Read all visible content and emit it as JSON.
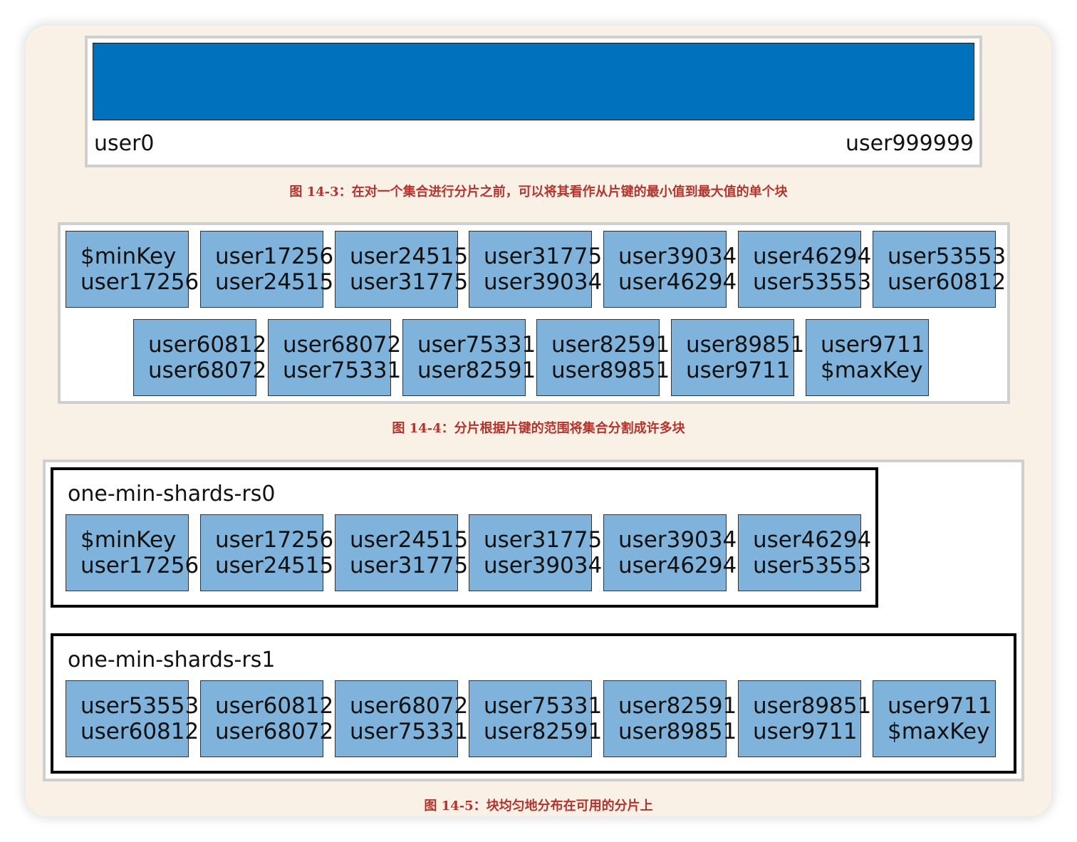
{
  "fig1": {
    "start_label": "user0",
    "end_label": "user999999",
    "caption": "图 14-3：在对一个集合进行分片之前，可以将其看作从片键的最小值到最大值的单个块"
  },
  "fig2": {
    "caption": "图 14-4：分片根据片键的范围将集合分割成许多块",
    "chunks": [
      {
        "lo": "$minKey",
        "hi": "user17256"
      },
      {
        "lo": "user17256",
        "hi": "user24515"
      },
      {
        "lo": "user24515",
        "hi": "user31775"
      },
      {
        "lo": "user31775",
        "hi": "user39034"
      },
      {
        "lo": "user39034",
        "hi": "user46294"
      },
      {
        "lo": "user46294",
        "hi": "user53553"
      },
      {
        "lo": "user53553",
        "hi": "user60812"
      },
      {
        "lo": "user60812",
        "hi": "user68072"
      },
      {
        "lo": "user68072",
        "hi": "user75331"
      },
      {
        "lo": "user75331",
        "hi": "user82591"
      },
      {
        "lo": "user82591",
        "hi": "user89851"
      },
      {
        "lo": "user89851",
        "hi": "user9711"
      },
      {
        "lo": "user9711",
        "hi": "$maxKey"
      }
    ]
  },
  "fig3": {
    "caption": "图 14-5：块均匀地分布在可用的分片上",
    "shards": [
      {
        "name": "one-min-shards-rs0",
        "chunks": [
          {
            "lo": "$minKey",
            "hi": "user17256"
          },
          {
            "lo": "user17256",
            "hi": "user24515"
          },
          {
            "lo": "user24515",
            "hi": "user31775"
          },
          {
            "lo": "user31775",
            "hi": "user39034"
          },
          {
            "lo": "user39034",
            "hi": "user46294"
          },
          {
            "lo": "user46294",
            "hi": "user53553"
          }
        ]
      },
      {
        "name": "one-min-shards-rs1",
        "chunks": [
          {
            "lo": "user53553",
            "hi": "user60812"
          },
          {
            "lo": "user60812",
            "hi": "user68072"
          },
          {
            "lo": "user68072",
            "hi": "user75331"
          },
          {
            "lo": "user75331",
            "hi": "user82591"
          },
          {
            "lo": "user82591",
            "hi": "user89851"
          },
          {
            "lo": "user89851",
            "hi": "user9711"
          },
          {
            "lo": "user9711",
            "hi": "$maxKey"
          }
        ]
      }
    ]
  },
  "colors": {
    "keyspace_fill": "#0071bc",
    "chunk_fill": "#7fb3db",
    "caption_text": "#b3342e",
    "card_background": "#f9f1e6"
  }
}
